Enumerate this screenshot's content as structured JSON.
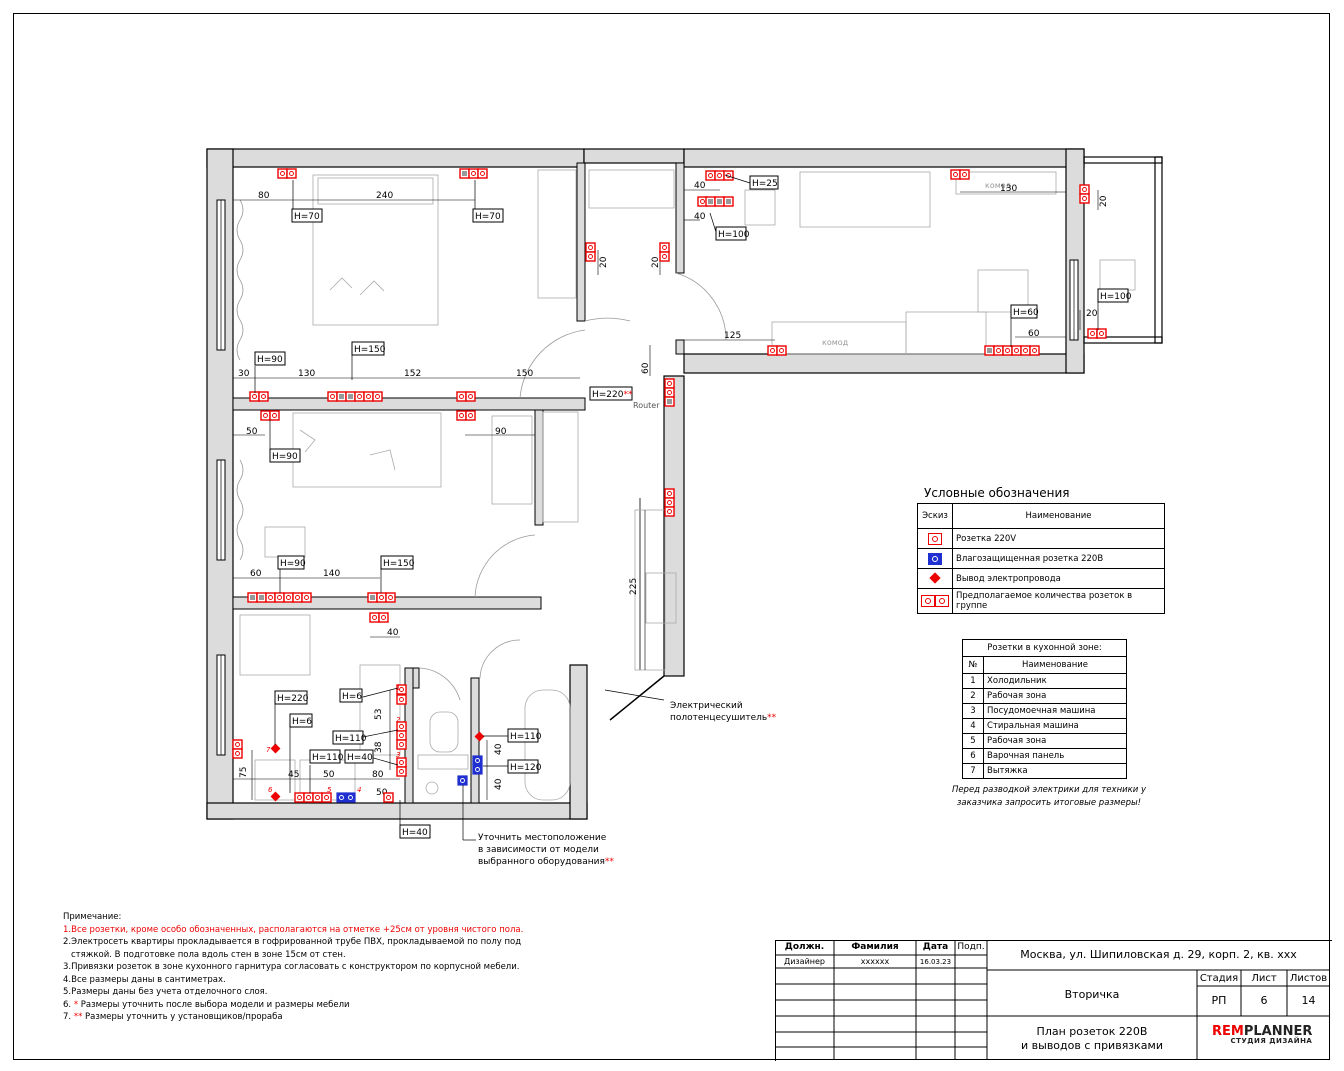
{
  "plan": {
    "dims": {
      "d80a": "80",
      "d240": "240",
      "d30": "30",
      "d130a": "130",
      "d152": "152",
      "d150a": "150",
      "d50a": "50",
      "d90a": "90",
      "d60a": "60",
      "d140": "140",
      "d40a": "40",
      "d45": "45",
      "d50b": "50",
      "d80b": "80",
      "d50c": "50",
      "d75": "75",
      "d53": "53",
      "d38": "38",
      "d20a": "20",
      "d20b": "20",
      "d40b": "40",
      "d40c": "40",
      "d130b": "130",
      "d20c": "20",
      "d125": "125",
      "d60b": "60",
      "d60c": "60",
      "d225": "225",
      "d40d": "40",
      "d40e": "40",
      "d20d": "20"
    },
    "tags": {
      "h70a": "H=70",
      "h70b": "H=70",
      "h90a": "H=90",
      "h150a": "H=150",
      "h90b": "H=90",
      "h90c": "H=90",
      "h150b": "H=150",
      "h220a": "H=220**",
      "h25": "H=25",
      "h100a": "H=100",
      "h60": "H=60",
      "h100b": "H=100",
      "h220b": "H=220",
      "h6a": "H=6",
      "h6b": "H=6",
      "h110a": "H=110",
      "h110b": "H=110",
      "h40a": "H=40",
      "h40b": "H=40",
      "h110c": "H=110",
      "h120": "H=120"
    },
    "labels": {
      "router": "Router",
      "komod1": "комод",
      "komod2": "комод",
      "towel_line1": "Электрический",
      "towel_line2": "полотенцесушитель",
      "towel_star": "**",
      "clarify_line1": "Уточнить местоположение",
      "clarify_line2": "в зависимости от модели",
      "clarify_line3": "выбранного оборудования",
      "clarify_star": "**",
      "kitchen_numbers": [
        "1",
        "2",
        "3",
        "4",
        "5",
        "6",
        "7"
      ]
    }
  },
  "legend": {
    "title": "Условные обозначения",
    "col_sketch": "Эскиз",
    "col_name": "Наименование",
    "rows": [
      {
        "icon": "socket-220v-icon",
        "name": "Розетка 220V"
      },
      {
        "icon": "waterproof-socket-icon",
        "name": "Влагозащищенная розетка 220В"
      },
      {
        "icon": "wire-outlet-icon",
        "name": "Вывод электропровода"
      },
      {
        "icon": "socket-group-icon",
        "name": "Предполагаемое количества розеток в группе"
      }
    ]
  },
  "kitchen": {
    "title": "Розетки в кухонной зоне:",
    "col_num": "№",
    "col_name": "Наименование",
    "rows": [
      {
        "n": "1",
        "name": "Холодильник"
      },
      {
        "n": "2",
        "name": "Рабочая зона"
      },
      {
        "n": "3",
        "name": "Посудомоечная машина"
      },
      {
        "n": "4",
        "name": "Стиральная машина"
      },
      {
        "n": "5",
        "name": "Рабочая зона"
      },
      {
        "n": "6",
        "name": "Варочная панель"
      },
      {
        "n": "7",
        "name": "Вытяжка"
      }
    ],
    "note": "Перед разводкой электрики для техники у заказчика запросить итоговые размеры!"
  },
  "notes": {
    "heading": "Примечание:",
    "n1": "1.Все розетки, кроме особо обозначенных, располагаются на отметке +25см от уровня чистого пола.",
    "n2a": "2.Электросеть квартиры прокладывается в гофрированной трубе ПВХ, прокладываемой по полу под",
    "n2b": "стяжкой. В подготовке пола вдоль стен в зоне 15см от стен.",
    "n3": "3.Привязки розеток в зоне кухонного гарнитура согласовать с конструктором по корпусной мебели.",
    "n4": "4.Все размеры даны в сантиметрах.",
    "n5": "5.Размеры даны без учета отделочного слоя.",
    "n6_num": "6.",
    "n6_star": "*",
    "n6_text": "Размеры уточнить после выбора модели и размеры мебели",
    "n7_num": "7.",
    "n7_star": "**",
    "n7_text": "Размеры уточнить у установщиков/прораба"
  },
  "titleblock": {
    "h_role": "Должн.",
    "h_surname": "Фамилия",
    "h_date": "Дата",
    "h_sign": "Подп.",
    "role": "Дизайнер",
    "surname": "хххххх",
    "date": "16.03.23",
    "address": "Москва, ул. Шипиловская д. 29, корп. 2, кв. ххх",
    "project": "Вторичка",
    "h_stage": "Стадия",
    "h_sheet": "Лист",
    "h_sheets": "Листов",
    "stage": "РП",
    "sheet": "6",
    "sheets": "14",
    "sheet_title_1": "План розеток 220В",
    "sheet_title_2": "и выводов с привязками",
    "logo_main_1": "REM",
    "logo_main_2": "PLANNER",
    "logo_sub": "СТУДИЯ ДИЗАЙНА"
  },
  "colors": {
    "socket": "#e00000",
    "wet_socket": "#2030d0",
    "wall_fill": "#d8d8d8"
  }
}
